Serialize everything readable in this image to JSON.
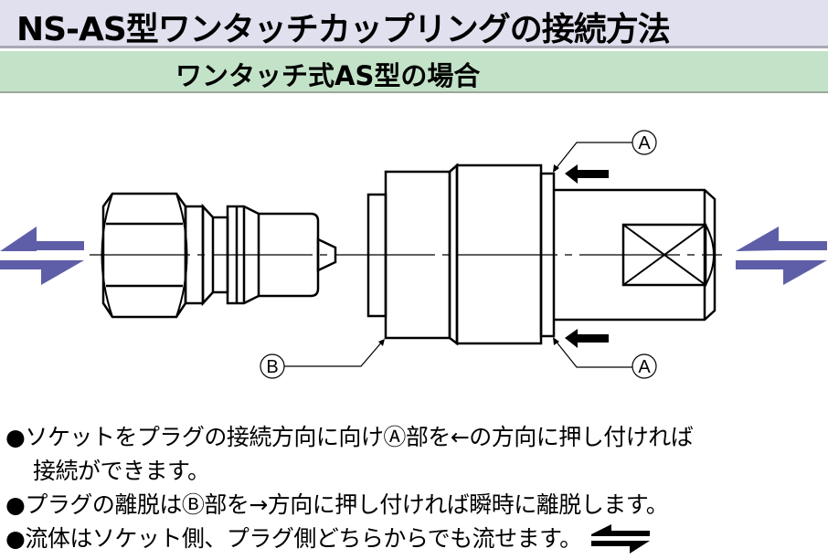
{
  "header": {
    "title": "NS-AS型ワンタッチカップリングの接続方法",
    "subtitle": "ワンタッチ式AS型の場合"
  },
  "diagram": {
    "labels": {
      "a_top": "A",
      "a_bottom": "A",
      "b": "B"
    },
    "flow_arrow_color": "#5e5ea8",
    "parts": [
      "plug",
      "socket"
    ]
  },
  "notes": [
    "●ソケットをプラグの接続方向に向けⒶ部を←の方向に押し付ければ",
    "接続ができます。",
    "●プラグの離脱はⒷ部を→方向に押し付ければ瞬時に離脱します。",
    "●流体はソケット側、プラグ側どちらからでも流せます。"
  ]
}
